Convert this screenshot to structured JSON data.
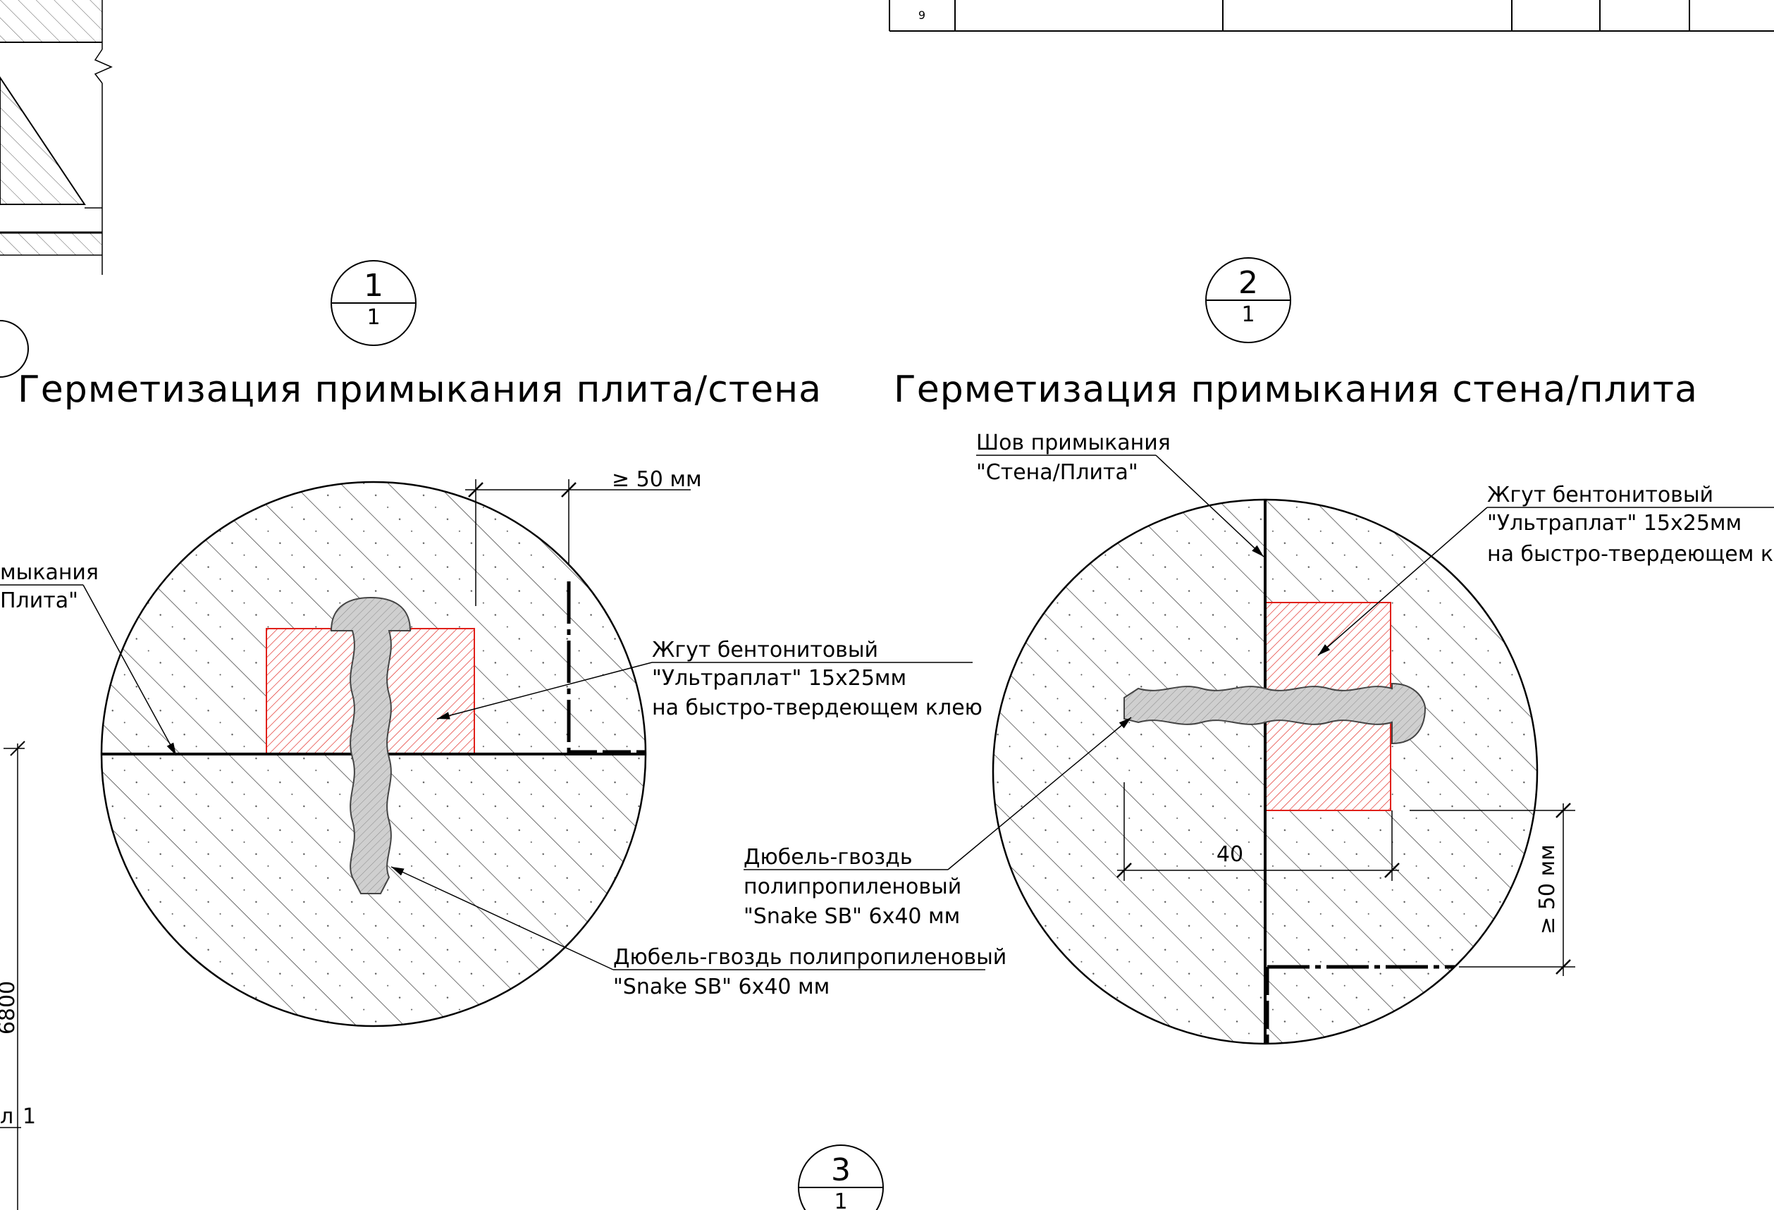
{
  "table": {
    "row_number": "9"
  },
  "details": [
    {
      "marker": {
        "top": "1",
        "bottom": "1"
      },
      "title": "Герметизация примыкания плита/стена",
      "dimension": "≥ 50 мм",
      "seam_label": {
        "line1": "мыкания",
        "line2": "Плита\""
      },
      "cord_label": {
        "line1": "Жгут бентонитовый",
        "line2": "\"Ультраплат\" 15х25мм",
        "line3": "на быстро-твердеющем клею"
      },
      "dowel_label": {
        "line1": "Дюбель-гвоздь полипропиленовый",
        "line2": "\"Snake SB\" 6х40 мм"
      }
    },
    {
      "marker": {
        "top": "2",
        "bottom": "1"
      },
      "title": "Герметизация примыкания стена/плита",
      "dimension_vertical": "≥ 50 мм",
      "dimension_horizontal": "40",
      "seam_label": {
        "line1": "Шов примыкания",
        "line2": "\"Стена/Плита\""
      },
      "cord_label": {
        "line1": "Жгут бентонитовый",
        "line2": "\"Ультраплат\" 15х25мм",
        "line3": "на быстро-твердеющем кл"
      },
      "dowel_label": {
        "line1": "Дюбель-гвоздь",
        "line2": "полипропиленовый",
        "line3": "\"Snake SB\" 6х40 мм"
      }
    },
    {
      "marker": {
        "top": "3",
        "bottom": "1"
      }
    }
  ],
  "left_edge": {
    "dimension": "6800",
    "label": "л",
    "label_number": "1"
  },
  "colors": {
    "line": "#000000",
    "cord": "#e0201a",
    "dowel_fill": "#cccccc",
    "hatch": "#333333"
  }
}
